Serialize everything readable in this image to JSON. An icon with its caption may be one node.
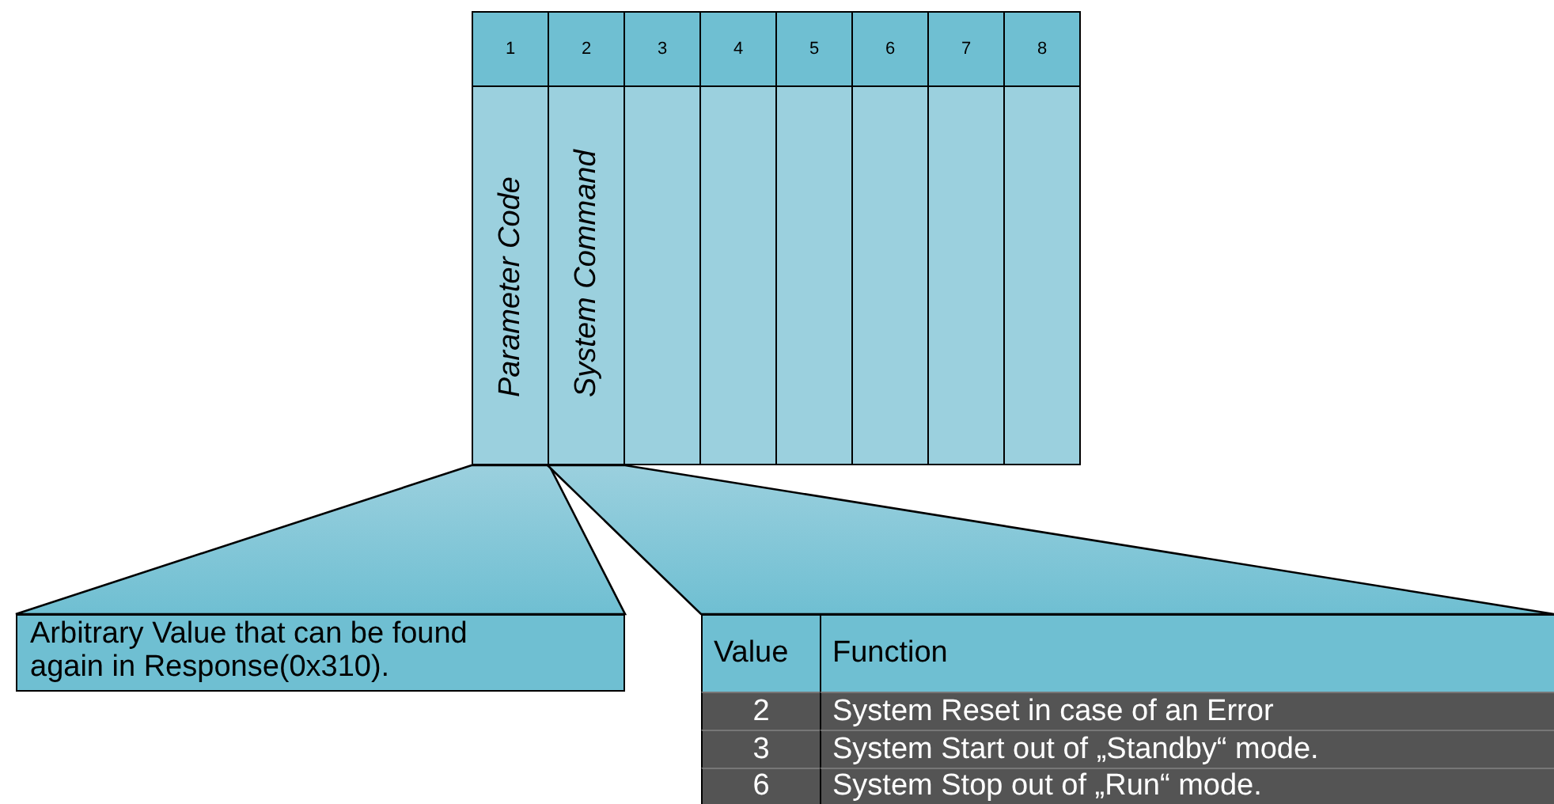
{
  "diagram": {
    "nodes": [
      {
        "text": [
          "1"
        ]
      },
      {
        "text": [
          "2"
        ]
      },
      {
        "text": [
          "3"
        ]
      },
      {
        "text": [
          "4"
        ]
      },
      {
        "text": [
          "5"
        ]
      },
      {
        "text": [
          "6"
        ]
      },
      {
        "text": [
          "7"
        ]
      },
      {
        "text": [
          "8"
        ]
      },
      {
        "text": [
          "Parameter Code"
        ]
      },
      {
        "text": [
          "System Command"
        ]
      },
      {
        "text": [],
        "shape": "box"
      },
      {
        "text": [],
        "shape": "box"
      },
      {
        "text": [],
        "shape": "box"
      },
      {
        "text": [],
        "shape": "box"
      },
      {
        "text": [],
        "shape": "box"
      },
      {
        "text": [],
        "shape": "box"
      },
      {
        "text": [
          "Arbitrary Value that can be found again in Response(0x310)."
        ]
      },
      {
        "text": [
          "Value",
          "Function",
          "2",
          "System Reset in case of an Error",
          "3",
          "System Start out of „Standby“ mode.",
          "6",
          "System Stop out of „Run“ mode."
        ]
      }
    ],
    "edges": [
      {
        "from": 8,
        "to": 16,
        "arrow": "none"
      },
      {
        "from": 9,
        "to": 17,
        "arrow": "none"
      }
    ]
  }
}
